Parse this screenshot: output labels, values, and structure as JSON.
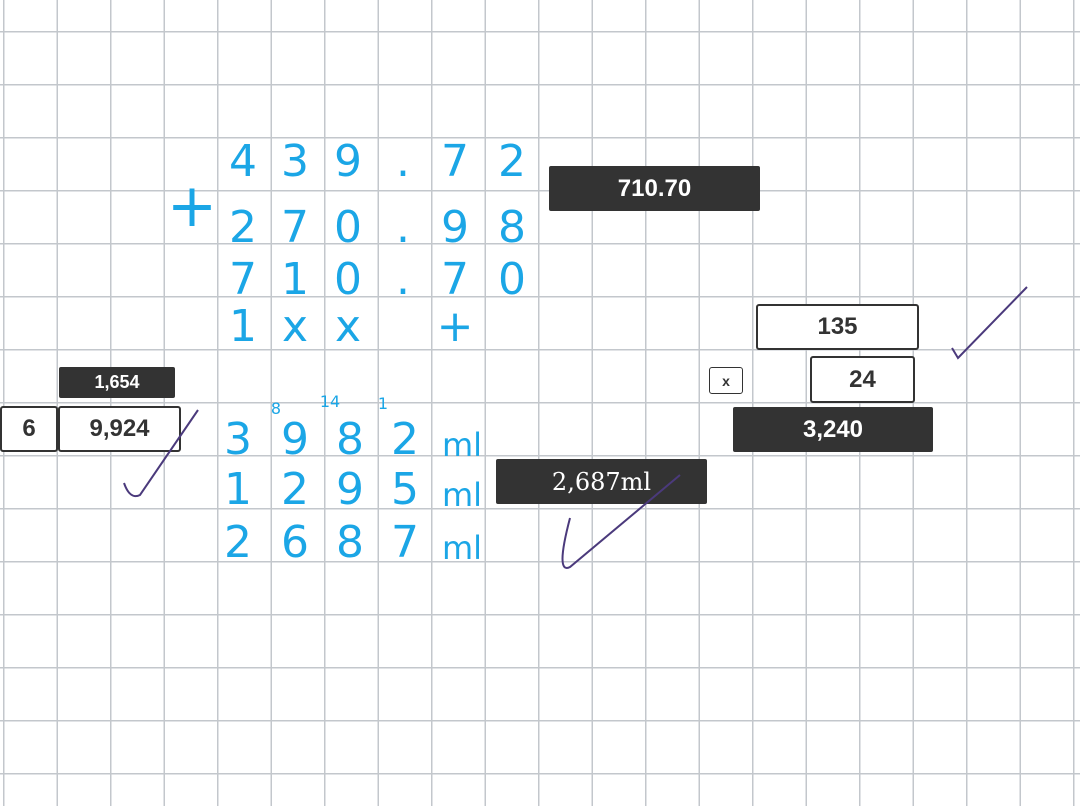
{
  "addition": {
    "operator": "+",
    "rows": [
      [
        "4",
        "3",
        "9",
        ".",
        "7",
        "2"
      ],
      [
        "2",
        "7",
        "0",
        ".",
        "9",
        "8"
      ],
      [
        "7",
        "1",
        "0",
        ".",
        "7",
        "0"
      ],
      [
        "1",
        "x",
        "x",
        "",
        "+",
        ""
      ]
    ],
    "answer_box": "710.70"
  },
  "division": {
    "divisor": "6",
    "dividend": "9,924",
    "quotient": "1,654"
  },
  "subtraction": {
    "carries": [
      "8",
      "14",
      "1"
    ],
    "rows": [
      [
        "3",
        "9",
        "8",
        "2",
        "ml"
      ],
      [
        "1",
        "2",
        "9",
        "5",
        "ml"
      ],
      [
        "2",
        "6",
        "8",
        "7",
        "ml"
      ]
    ],
    "answer_box": "2,687ml"
  },
  "multiplication": {
    "top": "135",
    "bottom": "24",
    "operator": "x",
    "answer": "3,240"
  },
  "colors": {
    "ink": "#1ba6e6",
    "check": "#4b3a7c",
    "box": "#333333"
  }
}
